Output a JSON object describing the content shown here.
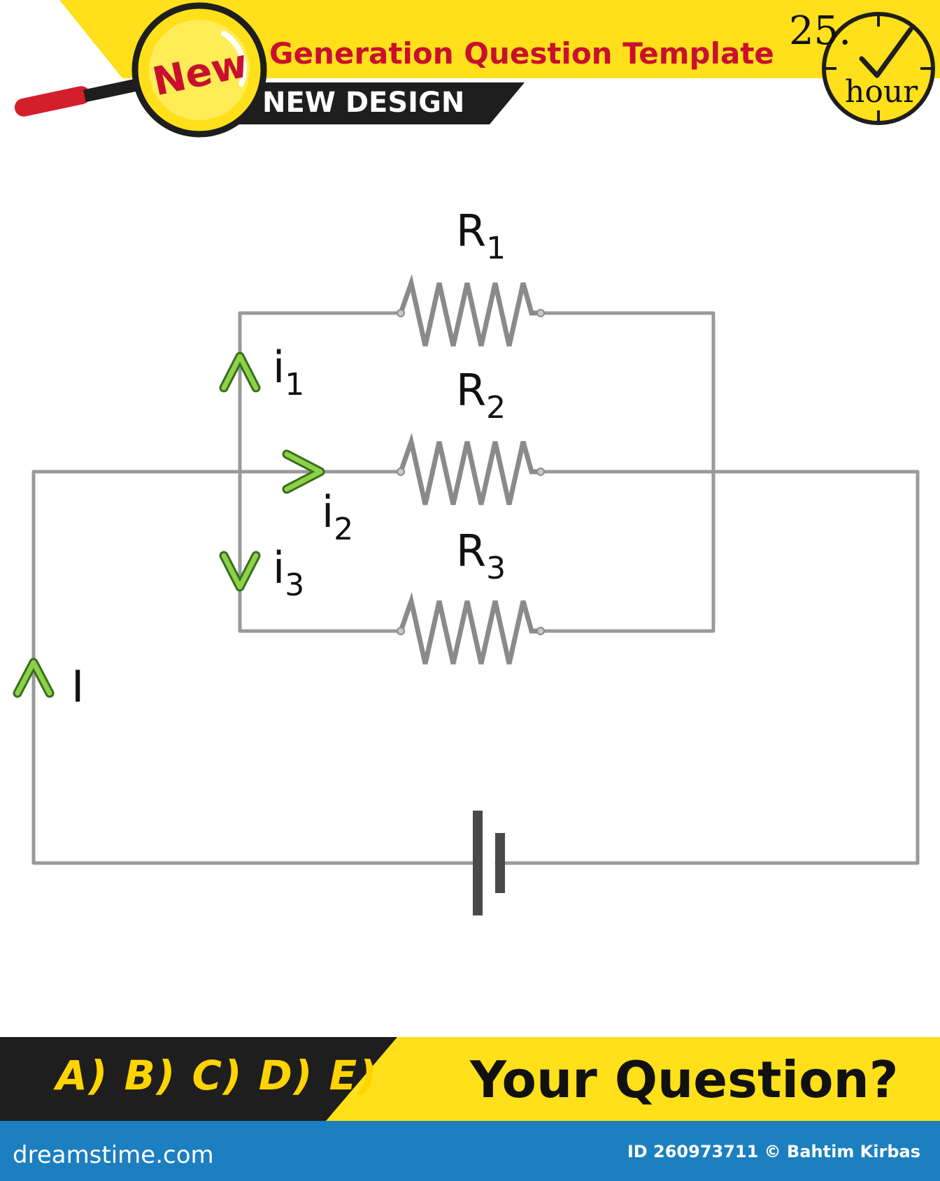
{
  "header": {
    "badge": "New",
    "title": "Generation Question Template",
    "subtitle": "NEW DESIGN",
    "clock_number": "25.",
    "clock_unit": "hour"
  },
  "circuit": {
    "resistors": [
      "R1",
      "R2",
      "R3"
    ],
    "currents": [
      "i1",
      "i2",
      "i3"
    ],
    "total_current": "I"
  },
  "footer": {
    "choices": "A) B) C) D) E)",
    "question": "Your Question?",
    "brand": "dreamstime.com",
    "credit": "ID 260973711 © Bahtim Kirbas"
  },
  "colors": {
    "yellow": "#ffe01a",
    "dark": "#1e1e1e",
    "red": "#c8102e",
    "blue": "#1c7fbf",
    "arrow_green": "#8bd24a",
    "wire": "#9a9a9a"
  }
}
